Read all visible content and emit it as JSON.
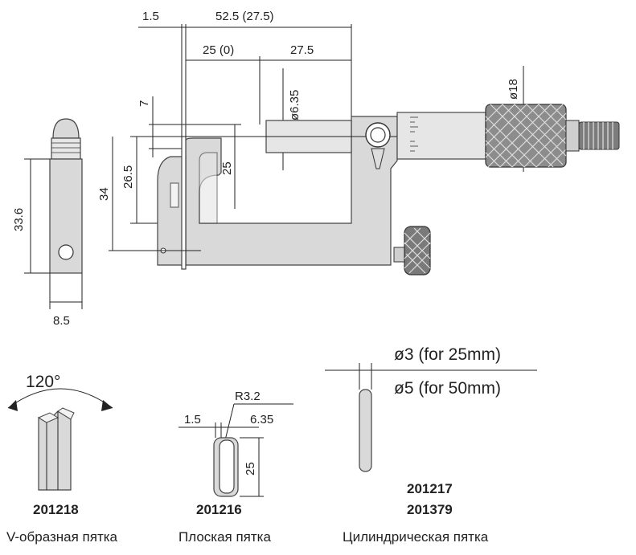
{
  "dimensions": {
    "d_1_5_top": "1.5",
    "d_52_5": "52.5 (27.5)",
    "d_25_0": "25 (0)",
    "d_27_5": "27.5",
    "d_6_35": "ø6.35",
    "d_18": "ø18",
    "d_7": "7",
    "d_25_v": "25",
    "d_26_5": "26.5",
    "d_34": "34",
    "d_33_6": "33.6",
    "d_8_5": "8.5",
    "d_120": "120°",
    "d_r3_2": "R3.2",
    "d_1_5_small": "1.5",
    "d_6_35_small": "6.35",
    "d_25_small": "25",
    "d_o3": "ø3 (for 25mm)",
    "d_o5": "ø5 (for 50mm)"
  },
  "anvils": [
    {
      "code": "201218",
      "name": "V-образная пятка"
    },
    {
      "code": "201216",
      "name": "Плоская пятка"
    },
    {
      "codes": [
        "201217",
        "201379"
      ],
      "name": "Цилиндрическая пятка"
    }
  ],
  "colors": {
    "line": "#222222",
    "fill": "#d9d9d9"
  }
}
